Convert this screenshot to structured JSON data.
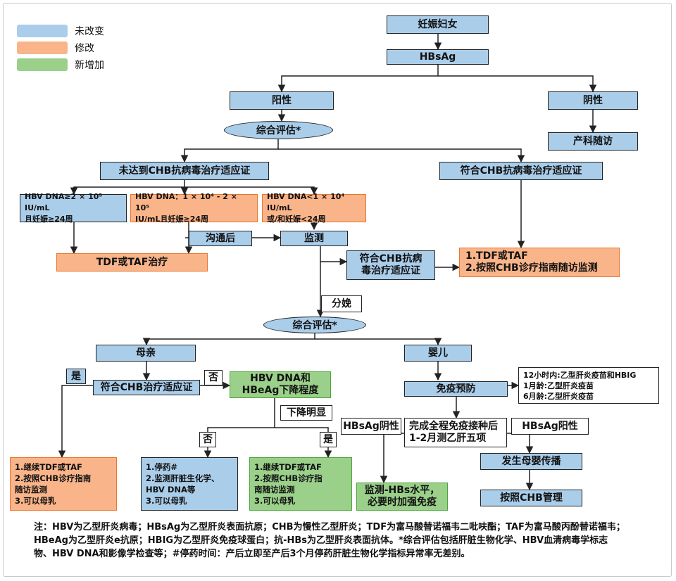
{
  "legend": [
    {
      "label": "未改变",
      "color": "#aacdea"
    },
    {
      "label": "修改",
      "color": "#f9b48a"
    },
    {
      "label": "新增加",
      "color": "#9bd08a"
    }
  ],
  "colors": {
    "unchanged": "#aacdea",
    "modified": "#f9b48a",
    "added": "#9bd08a",
    "line": "#222222"
  },
  "nodes": {
    "pregnant": "妊娠妇女",
    "hbsag": "HBsAg",
    "positive": "阳性",
    "negative": "阴性",
    "eval1": "综合评估*",
    "obstetric": "产科随访",
    "not_indicated": "未达到CHB抗病毒治疗适应证",
    "indicated": "符合CHB抗病毒治疗适应证",
    "dna_high": "HBV DNA≥2 × 10⁵ IU/mL\n且妊娠≥24周",
    "dna_mid": "HBV DNA：1 × 10⁴ - 2 × 10⁵\nIU/mL且妊娠≥24周",
    "dna_low": "HBV DNA<1 × 10⁴ IU/mL\n或/和妊娠<24周",
    "after_comm": "沟通后",
    "monitor": "监测",
    "tdf_taf": "TDF或TAF治疗",
    "meets_chb": "符合CHB抗病\n毒治疗适应证",
    "tdf_follow": "1.TDF或TAF\n2.按照CHB诊疗指南随访监测",
    "delivery": "分娩",
    "eval2": "综合评估*",
    "mother": "母亲",
    "infant": "婴儿",
    "yes1": "是",
    "no1": "否",
    "meets_treat": "符合CHB治疗适应证",
    "dna_hbeag": "HBV DNA和\nHBeAg下降程度",
    "drop_obvious": "下降明显",
    "no2": "否",
    "yes2": "是",
    "immunize": "免疫预防",
    "vaccine_schedule": "12小时内:乙型肝炎疫苗和HBIG\n1月龄:乙型肝炎疫苗\n6月龄:乙型肝炎疫苗",
    "complete_vacc": "完成全程免疫接种后\n1-2月测乙肝五项",
    "hbsag_neg": "HBsAg阴性",
    "hbsag_pos": "HBsAg阳性",
    "mtct": "发生母婴传播",
    "chb_manage": "按照CHB管理",
    "monitor_hbs": "监测-HBs水平，\n必要时加强免疫",
    "mother_yes": "1.继续TDF或TAF\n2.按照CHB诊疗指南\n   随访监测\n3.可以母乳",
    "stop_drug": "1.停药#\n2.监测肝脏生化学、\nHBV DNA等\n3.可以母乳",
    "continue_drug": "1.继续TDF或TAF\n2.按照CHB诊疗指\n南随访监测\n3.可以母乳"
  },
  "note": "注：HBV为乙型肝炎病毒；HBsAg为乙型肝炎表面抗原；CHB为慢性乙型肝炎；TDF为富马酸替诺福韦二吡呋酯；TAF为富马酸丙酚替诺福韦；HBeAg为乙型肝炎e抗原；HBIG为乙型肝炎免疫球蛋白；抗-HBs为乙型肝炎表面抗体。*综合评估包括肝脏生物化学、HBV血清病毒学标志物、HBV DNA和影像学检查等；#停药时间：产后立即至产后3个月停药肝脏生物化学指标异常率无差别。"
}
